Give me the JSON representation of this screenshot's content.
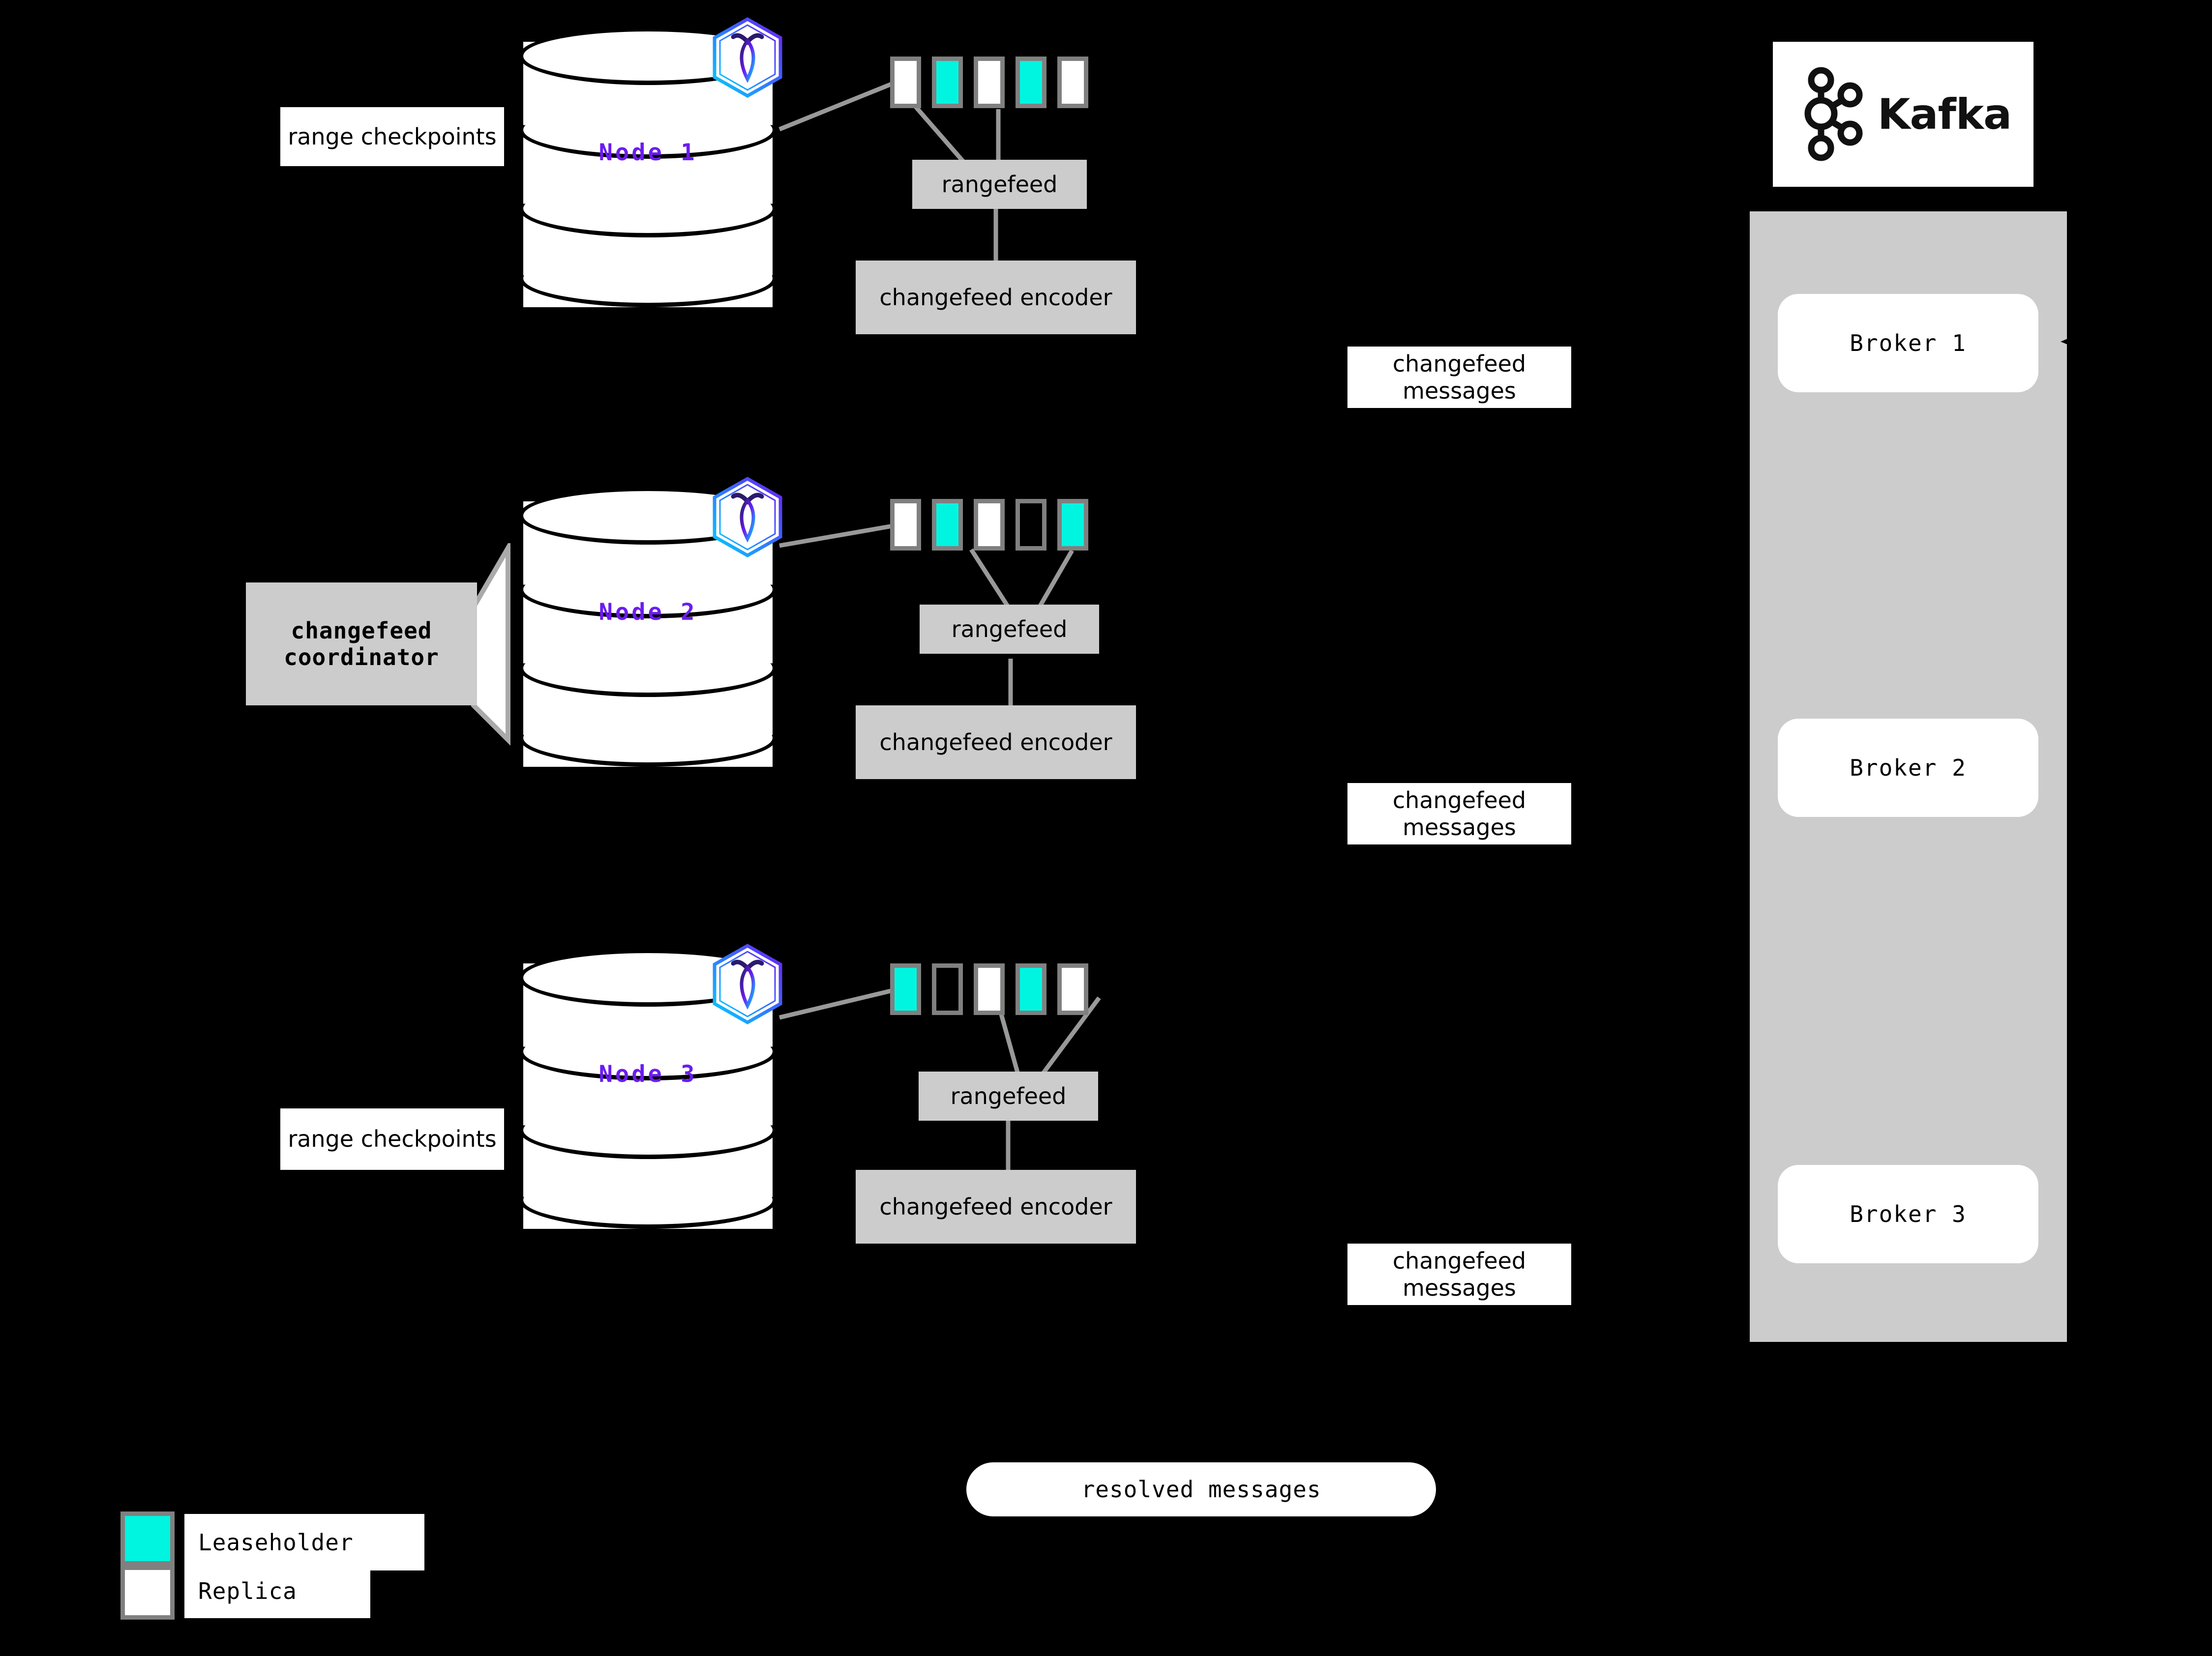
{
  "theme": {
    "background": "#000000",
    "leaseholder_color": "#00F5E0",
    "replica_color": "#FFFFFF",
    "range_border": "#808080",
    "node_label_color": "#6C1CF0",
    "box_grey": "#CCCCCC",
    "connector_grey": "#999999"
  },
  "nodes": [
    {
      "label": "Node 1",
      "logo_icon": "cockroachdb-hexagon-icon",
      "ranges": [
        "replica",
        "leaseholder",
        "replica",
        "leaseholder",
        "replica"
      ],
      "rangefeed_label": "rangefeed",
      "encoder_label": "changefeed encoder",
      "checkpoint_label": "range checkpoints"
    },
    {
      "label": "Node 2",
      "logo_icon": "cockroachdb-hexagon-icon",
      "ranges": [
        "replica",
        "leaseholder",
        "replica",
        "empty",
        "leaseholder"
      ],
      "rangefeed_label": "rangefeed",
      "encoder_label": "changefeed encoder",
      "coordinator_label": "changefeed coordinator"
    },
    {
      "label": "Node 3",
      "logo_icon": "cockroachdb-hexagon-icon",
      "ranges": [
        "leaseholder",
        "empty",
        "replica",
        "leaseholder",
        "replica"
      ],
      "rangefeed_label": "rangefeed",
      "encoder_label": "changefeed encoder",
      "checkpoint_label": "range checkpoints"
    }
  ],
  "messages": {
    "changefeed_1": "changefeed messages",
    "changefeed_2": "changefeed messages",
    "changefeed_3": "changefeed messages",
    "resolved": "resolved messages"
  },
  "kafka": {
    "logo_icon": "kafka-logo-icon",
    "wordmark": "Kafka",
    "brokers": [
      "Broker 1",
      "Broker 2",
      "Broker 3"
    ]
  },
  "legend": {
    "items": [
      {
        "swatch": "leaseholder",
        "label": "Leaseholder"
      },
      {
        "swatch": "replica",
        "label": "Replica"
      }
    ]
  }
}
